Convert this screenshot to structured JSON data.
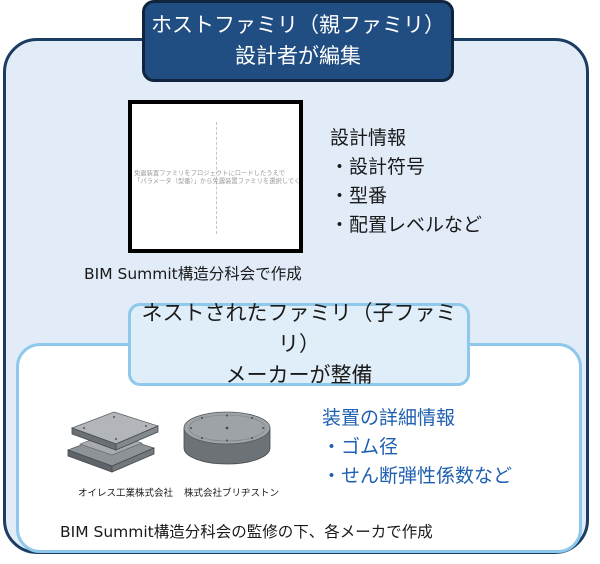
{
  "host": {
    "title_line1": "ホストファミリ（親ファミリ）",
    "title_line2": "設計者が編集",
    "preview_text_line1": "免震装置ファミリをプロジェクトにロードしたうえで",
    "preview_text_line2": "「パラメータ（型番）」から免震装置ファミリを選択してください。",
    "info_heading": "設計情報",
    "info_items": [
      "・設計符号",
      "・型番",
      "・配置レベルなど"
    ],
    "credit": "BIM Summit構造分科会で作成"
  },
  "nested": {
    "title_line1": "ネストされたファミリ（子ファミリ）",
    "title_line2": "メーカーが整備",
    "makers": [
      "オイレス工業株式会社",
      "株式会社ブリヂストン"
    ],
    "detail_heading": "装置の詳細情報",
    "detail_items": [
      "・ゴム径",
      "・せん断弾性係数など"
    ],
    "credit": "BIM Summit構造分科会の監修の下、各メーカで作成"
  },
  "colors": {
    "host_title_bg": "#204e82",
    "outer_box_bg": "#e1ecf8",
    "nested_border": "#8ec8ea",
    "detail_text": "#1f5fb0"
  }
}
